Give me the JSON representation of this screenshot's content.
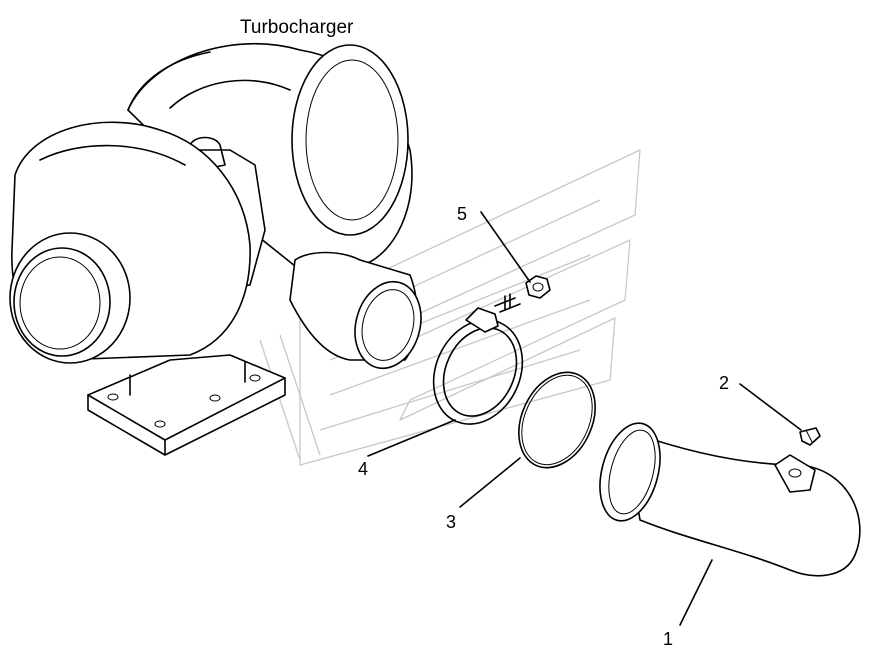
{
  "title": "Turbocharger",
  "callouts": [
    {
      "number": "1"
    },
    {
      "number": "2"
    },
    {
      "number": "3"
    },
    {
      "number": "4"
    },
    {
      "number": "5"
    }
  ]
}
